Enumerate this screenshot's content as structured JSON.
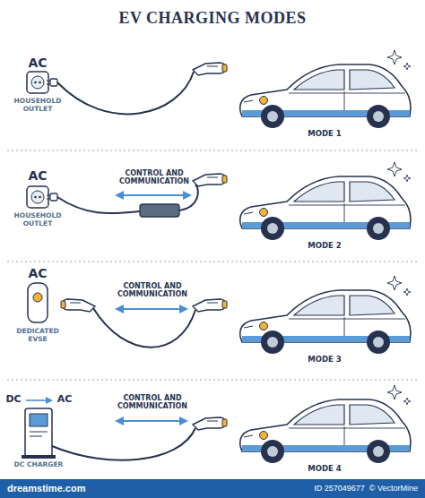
{
  "diagram": {
    "title": "EV CHARGING MODES",
    "labels": [
      "AC",
      "HOUSEHOLD OUTLET",
      "MODE 1",
      "AC",
      "CONTROL AND COMMUNICATION",
      "HOUSEHOLD OUTLET",
      "MODE 2",
      "AC",
      "CONTROL AND COMMUNICATION",
      "DEDICATED EVSE",
      "MODE 3",
      "DC",
      "AC",
      "CONTROL AND COMMUNICATION",
      "DC CHARGER",
      "MODE 4",
      "dreamstime.com",
      "ID 257049677",
      "© VectorMine"
    ]
  }
}
